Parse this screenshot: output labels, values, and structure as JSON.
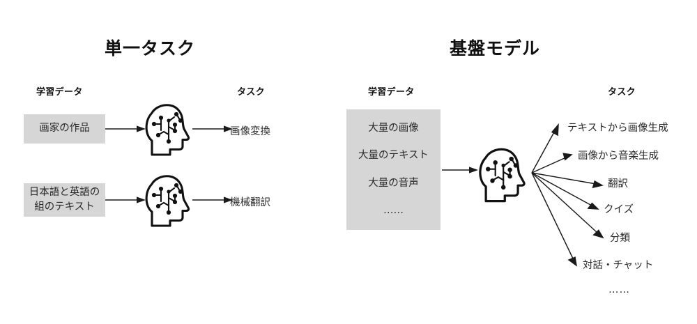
{
  "figure": {
    "background_color": "#ffffff",
    "ink_color": "#1a1a1a",
    "box_fill_color": "#d6d6d6"
  },
  "left_panel": {
    "title": "単一タスク",
    "data_column_header": "学習データ",
    "task_column_header": "タスク",
    "rows": [
      {
        "data_lines": [
          "画家の作品"
        ],
        "model_icon": "brain-head-icon",
        "task": "画像変換"
      },
      {
        "data_lines": [
          "日本語と英語の",
          "組のテキスト"
        ],
        "model_icon": "brain-head-icon",
        "task": "機械翻訳"
      }
    ]
  },
  "right_panel": {
    "title": "基盤モデル",
    "data_column_header": "学習データ",
    "task_column_header": "タスク",
    "data_lines": [
      "大量の画像",
      "大量のテキスト",
      "大量の音声",
      "……"
    ],
    "model_icon": "brain-head-icon",
    "tasks": [
      "テキストから画像生成",
      "画像から音楽生成",
      "翻訳",
      "クイズ",
      "分類",
      "対話・チャット"
    ],
    "tasks_ellipsis": "……"
  }
}
